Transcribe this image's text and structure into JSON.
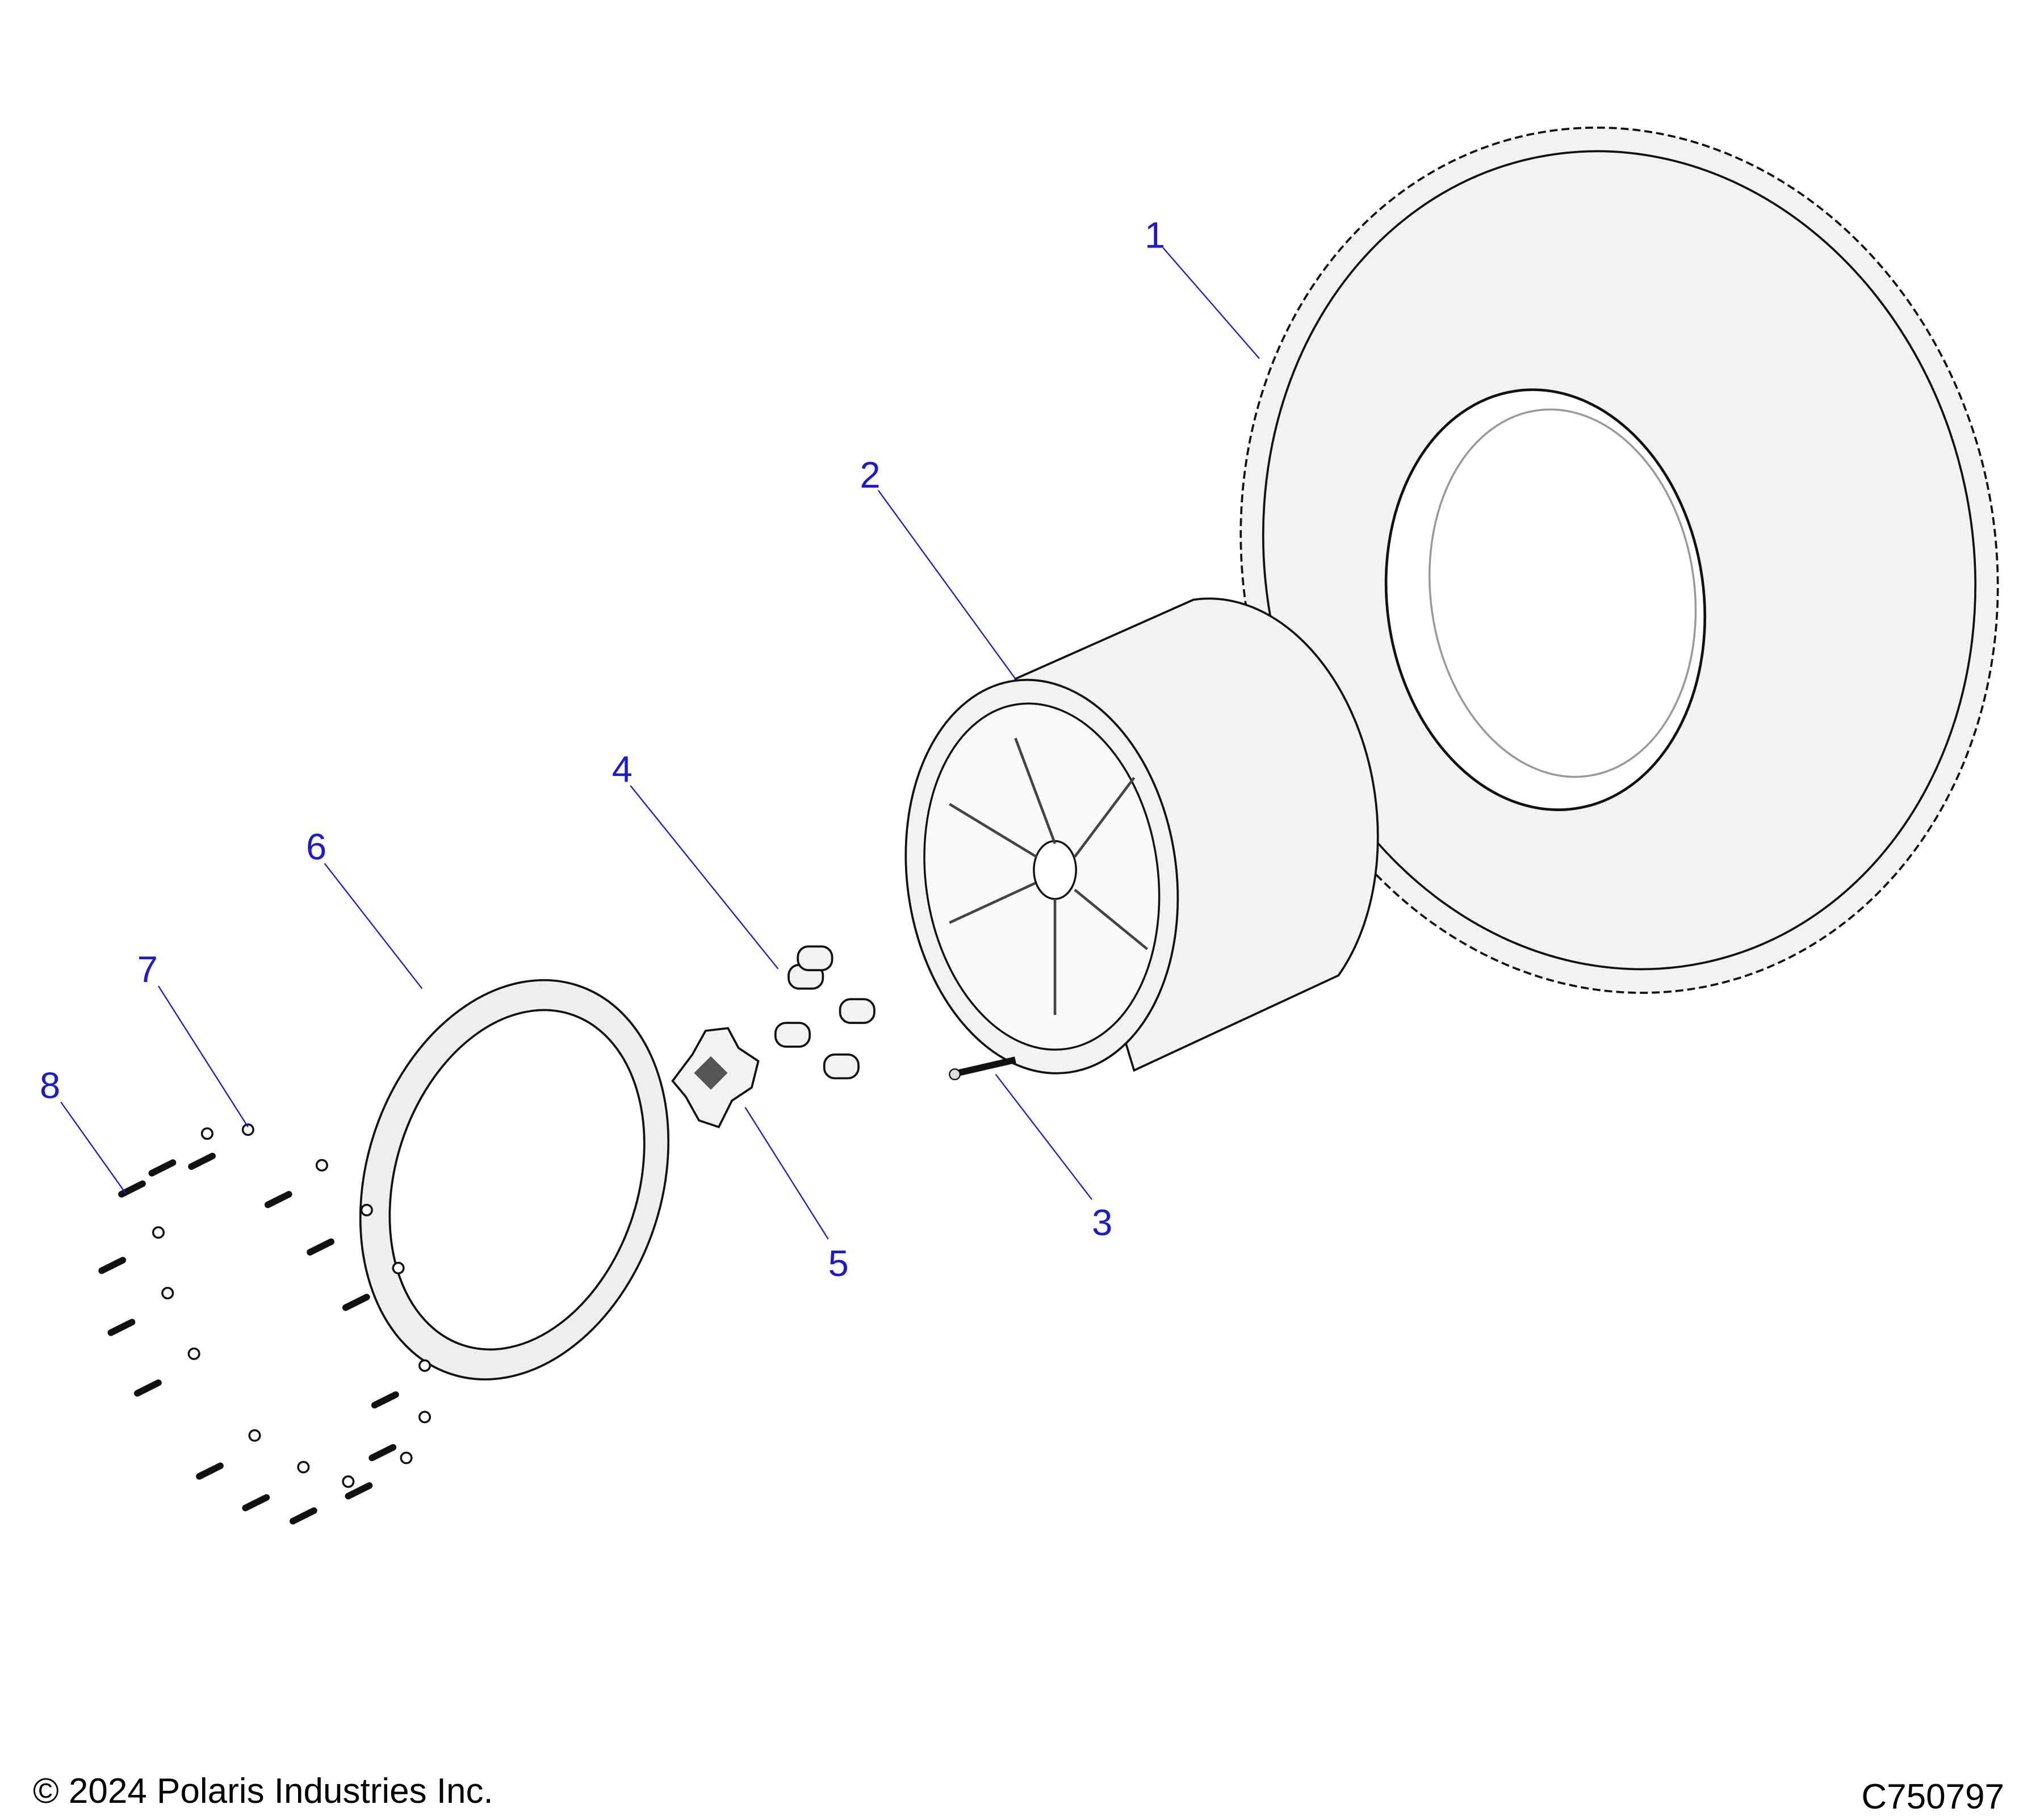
{
  "diagram": {
    "callouts": [
      "1",
      "2",
      "3",
      "4",
      "5",
      "6",
      "7",
      "8"
    ]
  },
  "footer": {
    "copyright": "© 2024 Polaris Industries Inc.",
    "drawing_id": "C750797"
  },
  "colors": {
    "callout": "#1a1ad6",
    "line": "#111111"
  }
}
